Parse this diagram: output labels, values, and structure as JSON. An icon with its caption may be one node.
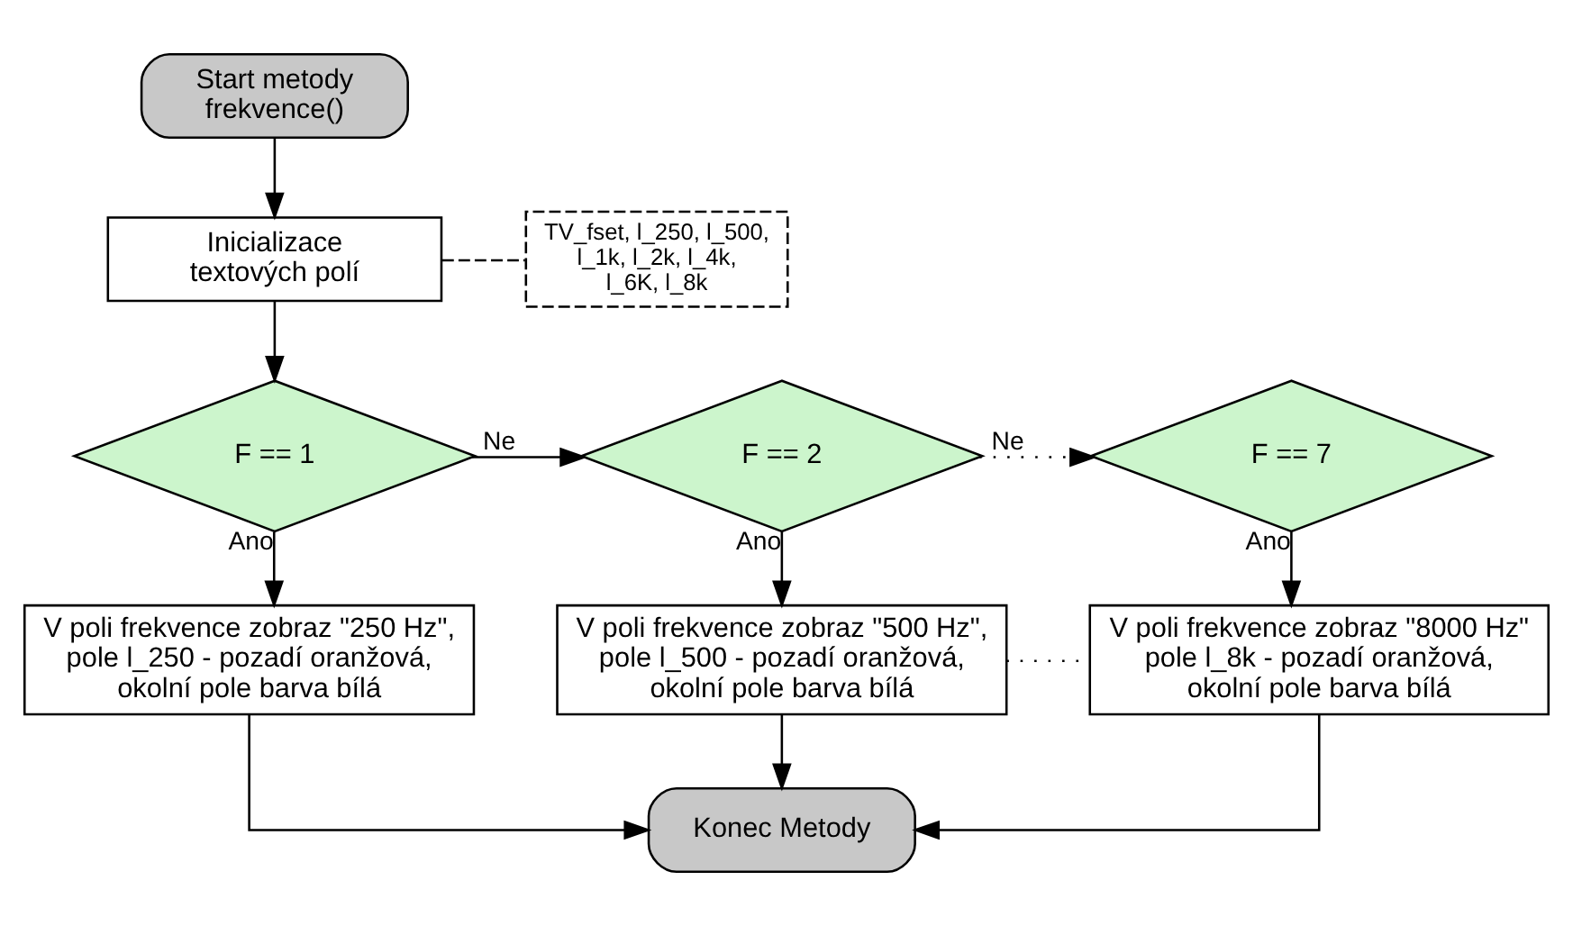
{
  "diagram": {
    "nodes": [
      {
        "text": [
          "Start metody frekvence()"
        ]
      },
      {
        "text": [
          "Inicializace textových polí"
        ]
      },
      {
        "text": [
          "TV_fset, l_250, l_500, l_1k, l_2k, l_4k, l_6K, l_8k"
        ]
      },
      {
        "text": [
          "F == 1"
        ]
      },
      {
        "text": [
          "F == 2"
        ]
      },
      {
        "text": [
          "F == 7"
        ]
      },
      {
        "text": [
          "V poli frekvence zobraz \"250 Hz\", pole l_250 - pozadí oranžová, okolní pole barva bílá"
        ]
      },
      {
        "text": [
          "V poli frekvence zobraz \"500 Hz\", pole l_500 - pozadí oranžová, okolní pole barva bílá"
        ]
      },
      {
        "text": [
          "V poli frekvence zobraz \"8000 Hz\" pole l_8k - pozadí oranžová, okolní pole barva bílá"
        ]
      },
      {
        "text": [
          "Konec Metody"
        ]
      }
    ],
    "edges": [
      {
        "from": 0,
        "to": 1,
        "arrow": "to"
      },
      {
        "from": 1,
        "to": 2,
        "arrow": "none",
        "style": "dashed"
      },
      {
        "from": 1,
        "to": 3,
        "arrow": "to"
      },
      {
        "from": 3,
        "to": 4,
        "arrow": "to",
        "label": "Ne"
      },
      {
        "from": 4,
        "to": 5,
        "arrow": "to",
        "label": "Ne",
        "style": "dashed"
      },
      {
        "from": 3,
        "to": 6,
        "arrow": "to",
        "label": "Ano"
      },
      {
        "from": 4,
        "to": 7,
        "arrow": "to",
        "label": "Ano"
      },
      {
        "from": 5,
        "to": 8,
        "arrow": "to",
        "label": "Ano"
      },
      {
        "from": 7,
        "to": 8,
        "arrow": "none",
        "style": "dashed"
      },
      {
        "from": 6,
        "to": 9,
        "arrow": "to"
      },
      {
        "from": 7,
        "to": 9,
        "arrow": "to"
      },
      {
        "from": 8,
        "to": 9,
        "arrow": "to"
      }
    ]
  }
}
